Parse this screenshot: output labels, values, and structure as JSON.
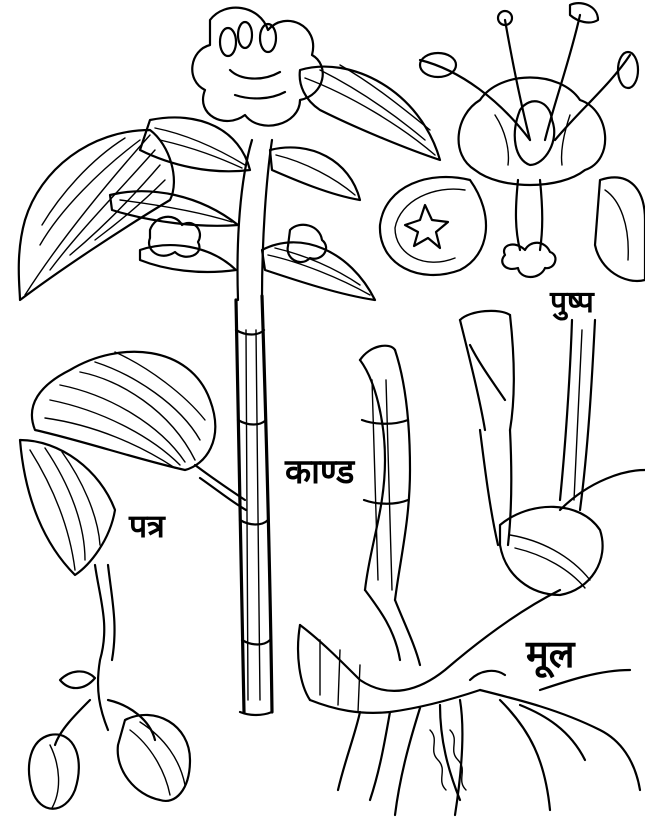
{
  "labels": {
    "flower": "पुष्प",
    "stem": "काण्ड",
    "leaf": "पत्र",
    "root": "मूल"
  }
}
